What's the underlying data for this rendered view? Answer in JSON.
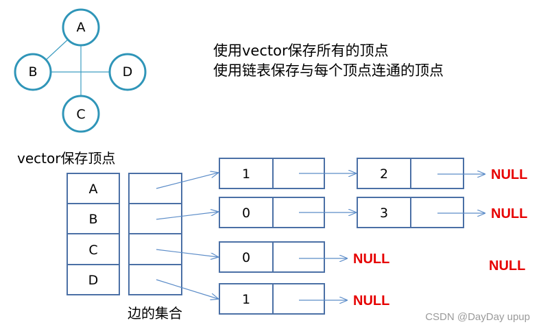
{
  "colors": {
    "circle_stroke": "#2f95b8",
    "box_stroke": "#4a6fa5",
    "arrow": "#5b8cc8",
    "null_text": "#e60000",
    "watermark": "#9a9a9a"
  },
  "graph": {
    "nodes": [
      "A",
      "B",
      "C",
      "D"
    ]
  },
  "description": {
    "line1": "使用vector保存所有的顶点",
    "line2": "使用链表保存与每个顶点连通的顶点"
  },
  "vector_title": "vector保存顶点",
  "vector_cells": [
    "A",
    "B",
    "C",
    "D"
  ],
  "edge_set_label": "边的集合",
  "linked_nodes": {
    "row0_first": "1",
    "row0_second": "2",
    "row1_first": "0",
    "row1_second": "3",
    "row2_first": "0",
    "row3_first": "1"
  },
  "null_label": "NULL",
  "watermark": "CSDN @DayDay  upup"
}
